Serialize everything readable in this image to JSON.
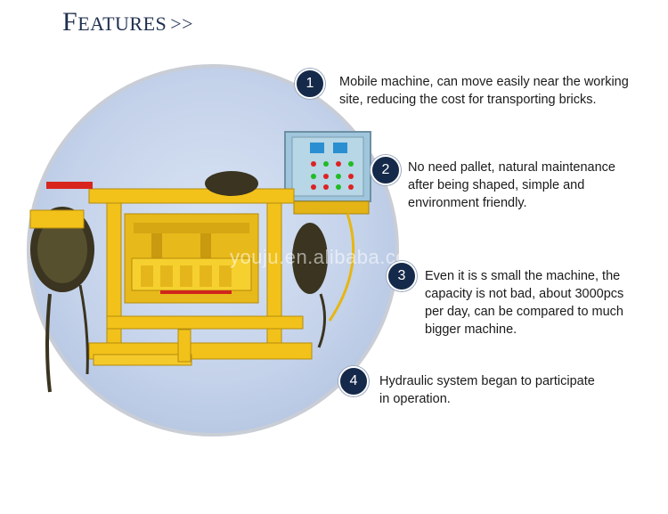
{
  "header": {
    "title_cap": "F",
    "title_rest": "eatures",
    "title_arrows": ">>"
  },
  "watermark": "youju.en.alibaba.com",
  "features": [
    {
      "number": "1",
      "line1": "Mobile machine, can move easily near the working",
      "line2": "site, reducing the cost for transporting bricks.",
      "line3": "",
      "line4": ""
    },
    {
      "number": "2",
      "line1": "No need pallet, natural maintenance",
      "line2": "after being shaped, simple and",
      "line3": "environment friendly.",
      "line4": ""
    },
    {
      "number": "3",
      "line1": "Even it is s small the machine, the",
      "line2": "capacity is not bad, about 3000pcs",
      "line3": "per day, can be compared to much",
      "line4": "bigger machine."
    },
    {
      "number": "4",
      "line1": "Hydraulic system began to participate",
      "line2": "in operation.",
      "line3": "",
      "line4": ""
    }
  ],
  "colors": {
    "badge": "#15294a",
    "machine_yellow": "#f2c21b",
    "panel_blue": "#9fc6dc",
    "title": "#1f2f4f"
  }
}
